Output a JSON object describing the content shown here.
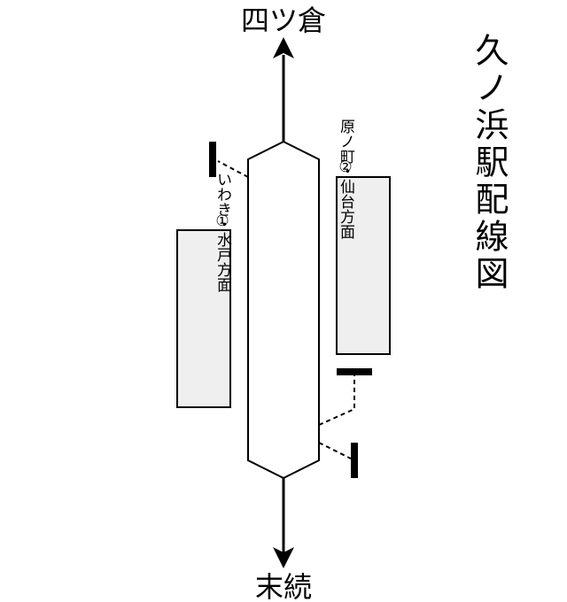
{
  "title": "久ノ浜駅配線図",
  "direction_top": "四ツ倉",
  "direction_bottom": "末続",
  "platforms": [
    {
      "number": "①",
      "destination": "いわき・水戸方面"
    },
    {
      "number": "②",
      "destination": "原ノ町・仙台方面"
    }
  ],
  "colors": {
    "line": "#000000",
    "platform_fill": "#efefef",
    "background": "#ffffff"
  }
}
